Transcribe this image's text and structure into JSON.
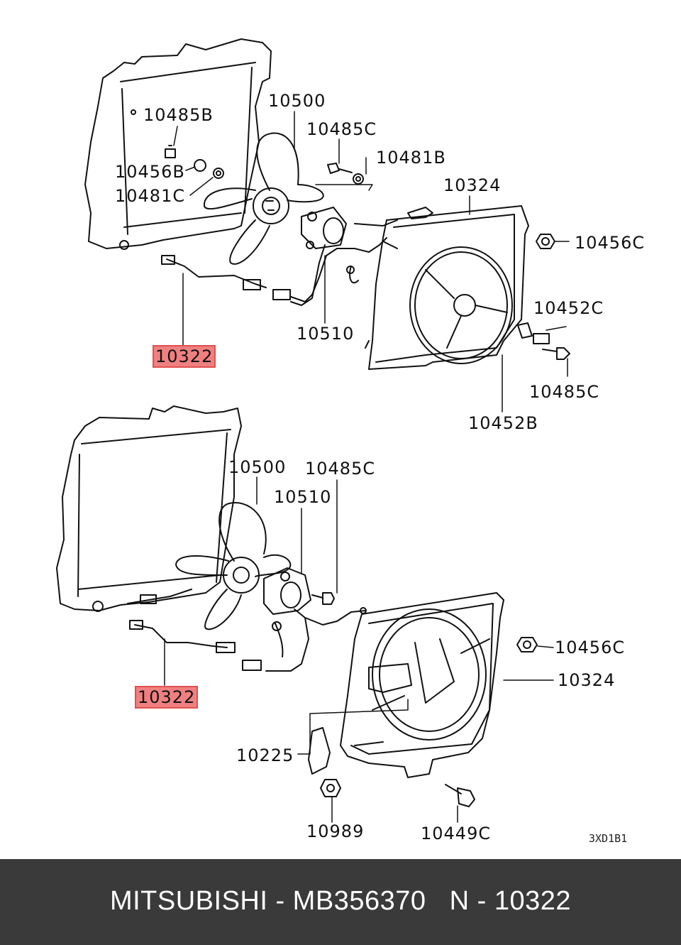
{
  "diagram": {
    "top": {
      "labels": {
        "p10500": "10500",
        "p10485B": "10485B",
        "p10485C_a": "10485C",
        "p10481B": "10481B",
        "p10456B": "10456B",
        "p10481C": "10481C",
        "p10324": "10324",
        "p10456C": "10456C",
        "p10452C": "10452C",
        "p10510": "10510",
        "p10322": "10322",
        "p10485C_b": "10485C",
        "p10452B": "10452B"
      }
    },
    "bottom": {
      "labels": {
        "p10500": "10500",
        "p10485C": "10485C",
        "p10510": "10510",
        "p10456C": "10456C",
        "p10324": "10324",
        "p10322": "10322",
        "p10225": "10225",
        "p10989": "10989",
        "p10449C": "10449C"
      }
    },
    "code": "3XD1B1",
    "highlight_color": "#f08080"
  },
  "footer": {
    "text": "MITSUBISHI - MB356370   N - 10322",
    "background": "#3a3a3a"
  }
}
